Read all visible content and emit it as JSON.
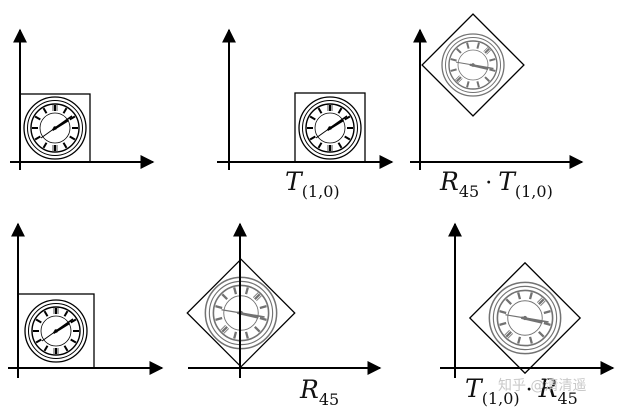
{
  "panels": [
    {
      "label": {
        "main": "",
        "sub": ""
      }
    },
    {
      "label": {
        "main": "T",
        "sub": "(1,0)"
      }
    },
    {
      "label": {
        "main": "R",
        "sub": "45",
        "dot": "·",
        "main2": "T",
        "sub2": "(1,0)"
      }
    },
    {
      "label": {
        "main": "",
        "sub": ""
      }
    },
    {
      "label": {
        "main": "R",
        "sub": "45"
      }
    },
    {
      "label": {
        "main": "T",
        "sub": "(1,0)",
        "dot": "·",
        "main2": "R",
        "sub2": "45"
      }
    }
  ],
  "watermark": "知乎 @清清遥"
}
